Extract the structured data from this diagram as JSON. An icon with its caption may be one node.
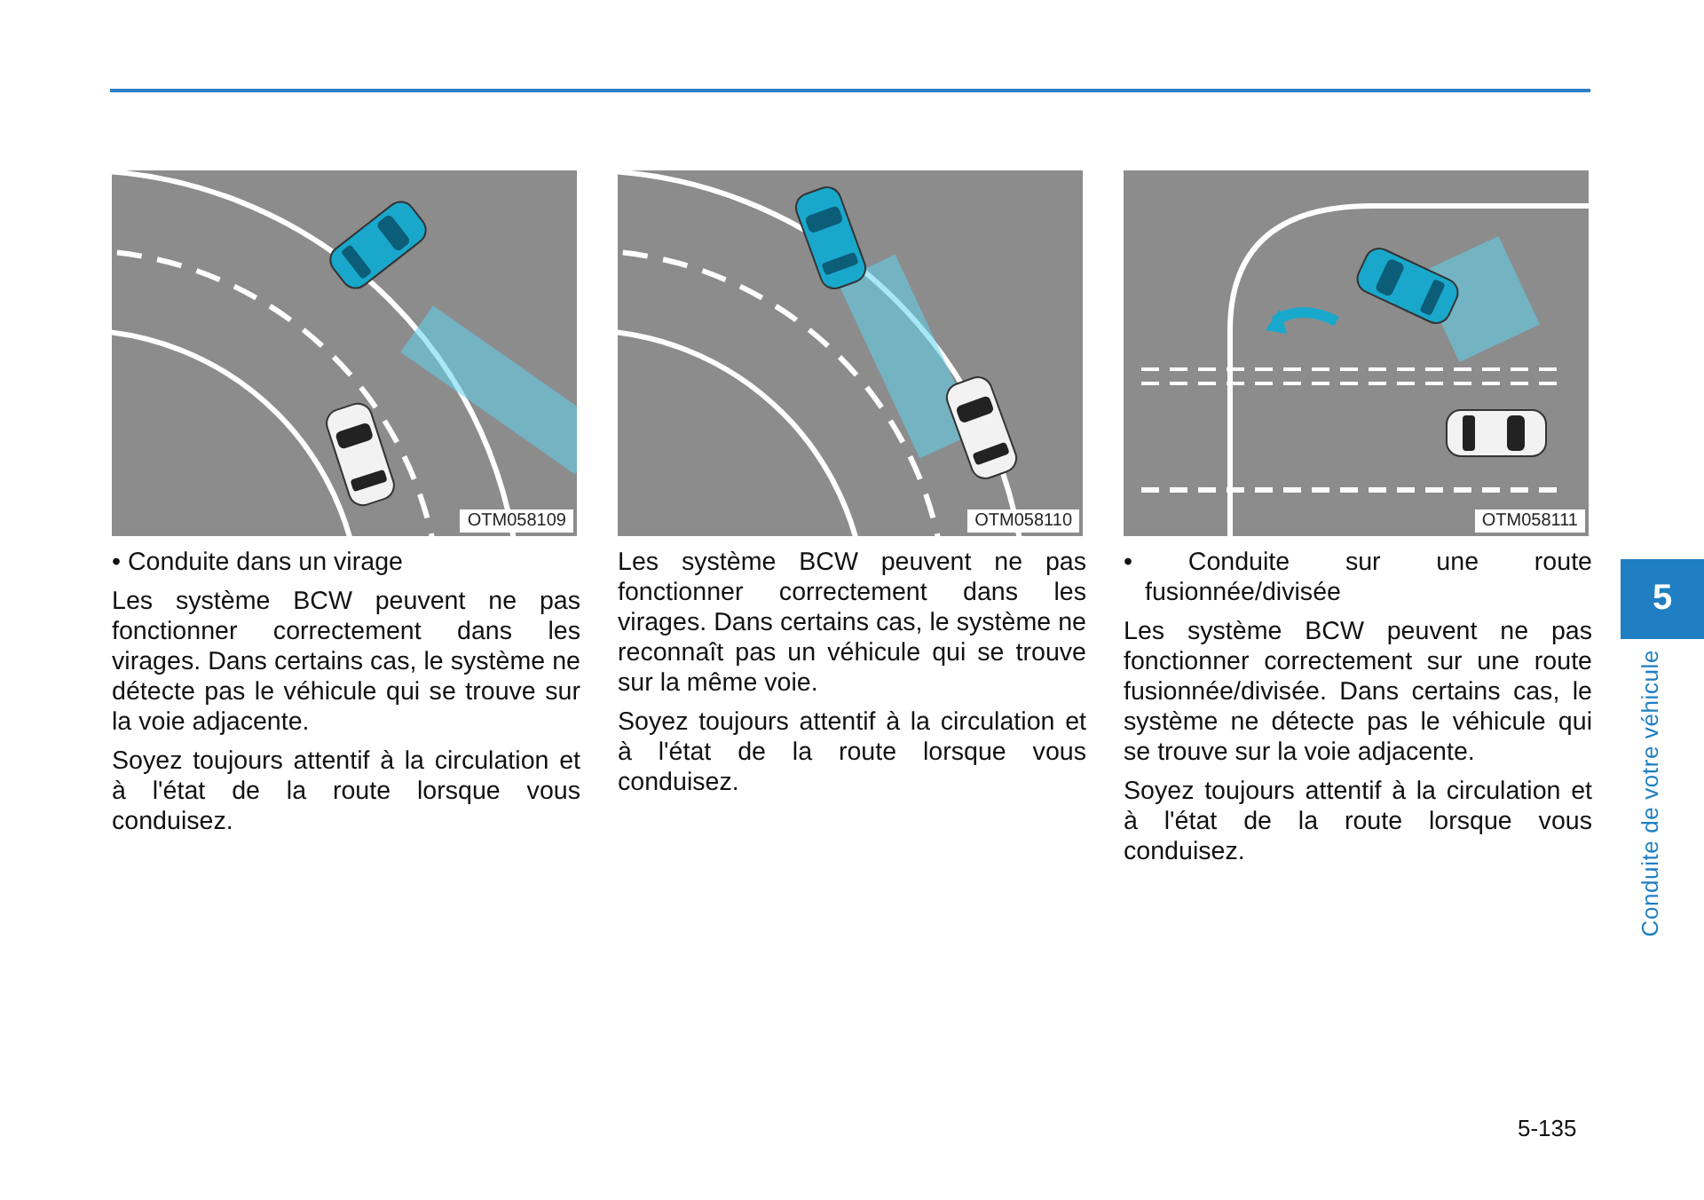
{
  "diagram": {
    "labels": [
      "OTM058109",
      "• Conduite dans un virage",
      "Les système BCW peuvent ne pas fonctionner correctement dans les virages. Dans certains cas, le système ne détecte pas le véhicule qui se trouve sur la voie adjacente.",
      "Soyez toujours attentif à la circulation et à l'état de la route lorsque vous conduisez.",
      "OTM058110",
      "Les système BCW peuvent ne pas fonctionner correctement dans les virages. Dans certains cas, le système ne reconnaît pas un véhicule qui se trouve sur la même voie.",
      "Soyez toujours attentif à la circulation et à l'état de la route lorsque vous conduisez.",
      "OTM058111",
      "• Conduite sur une route fusionnée/divisée",
      "Les système BCW peuvent ne pas fonctionner correctement sur une route fusionnée/divisée. Dans certains cas, le système ne détecte pas le véhicule qui se trouve sur la voie adjacente.",
      "Soyez toujours attentif à la circulation et à l'état de la route lorsque vous conduisez.",
      "5",
      "Conduite de votre véhicule",
      "5-135"
    ]
  }
}
